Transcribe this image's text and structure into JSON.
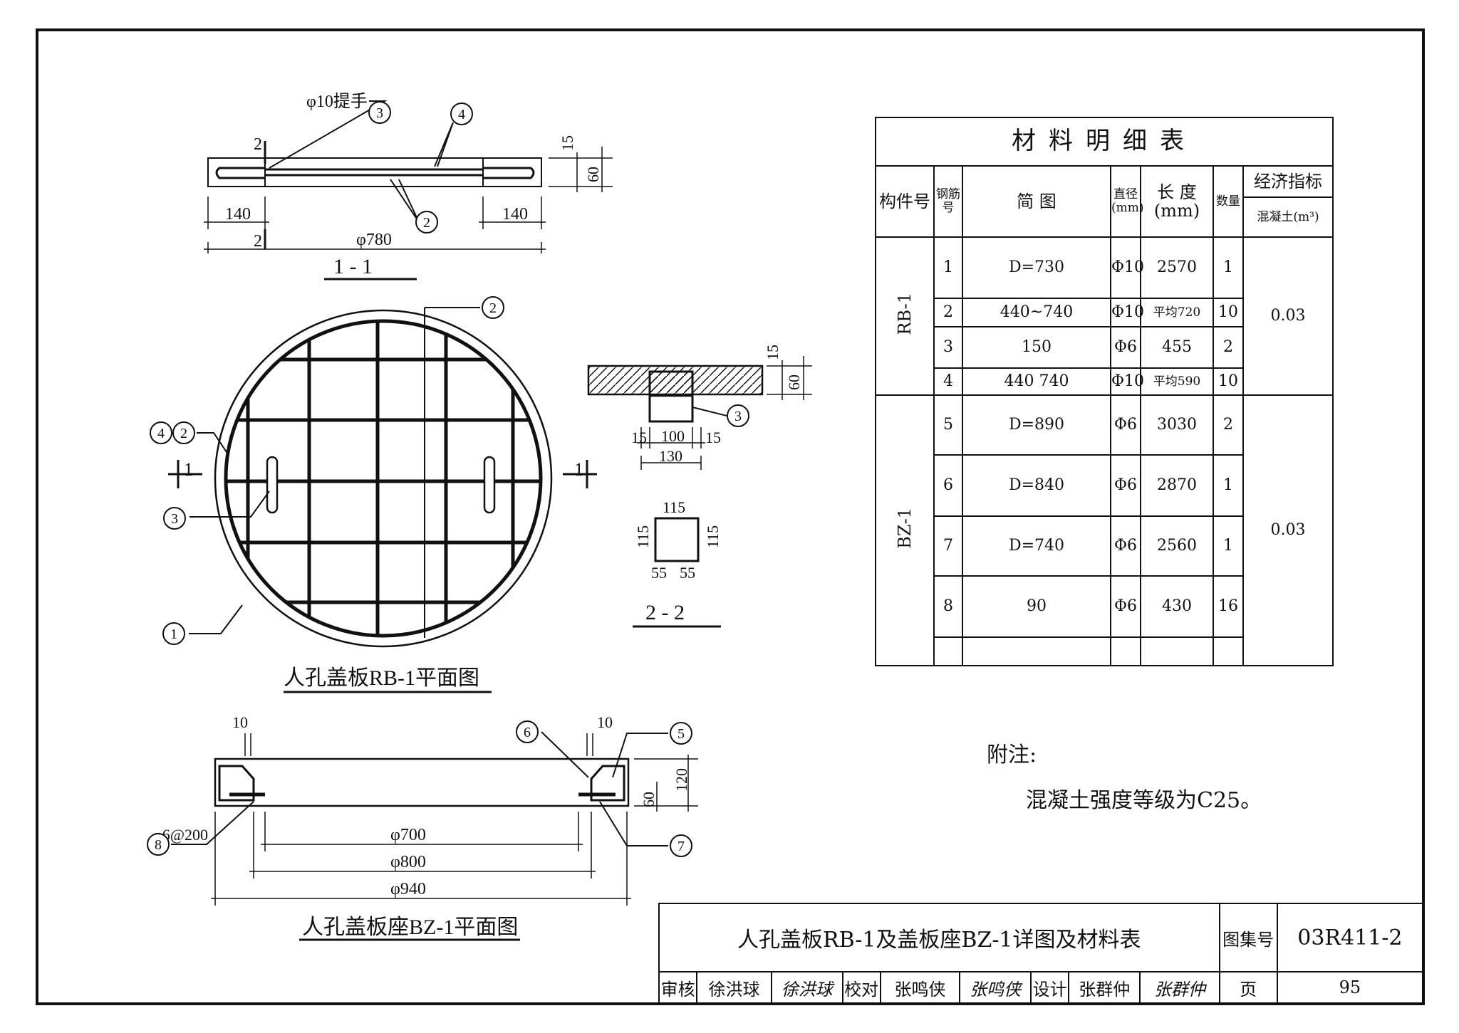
{
  "views": {
    "section11": {
      "title": "1 - 1",
      "handle_label": "φ10提手",
      "dim_left": "140",
      "dim_right": "140",
      "dim_overall": "φ780",
      "dim_15": "15",
      "dim_60": "60",
      "cut_2": "2"
    },
    "plan_rb1": {
      "title": "人孔盖板RB-1平面图",
      "cut_1": "1"
    },
    "section22": {
      "title": "2 - 2",
      "dim_15a": "15",
      "dim_100": "100",
      "dim_15b": "15",
      "dim_130": "130",
      "dim_15c": "15",
      "dim_60": "60",
      "dim_115t": "115",
      "dim_115l": "115",
      "dim_115r": "115",
      "dim_55a": "55",
      "dim_55b": "55"
    },
    "plan_bz1": {
      "title": "人孔盖板座BZ-1平面图",
      "stirrup_label": "φ6@200",
      "dim_700": "φ700",
      "dim_800": "φ800",
      "dim_940": "φ940",
      "dim_10a": "10",
      "dim_10b": "10",
      "dim_120": "120",
      "dim_60": "60"
    }
  },
  "callouts": {
    "c1": "1",
    "c2": "2",
    "c3": "3",
    "c4": "4",
    "c5": "5",
    "c6": "6",
    "c7": "7",
    "c8": "8"
  },
  "material_table": {
    "caption": "材料明细表",
    "headers": {
      "member": "构件号",
      "bar_no": "钢筋号",
      "sketch": "简 图",
      "diameter": "直径(mm)",
      "length": "长 度(mm)",
      "qty": "数量",
      "econ": "经济指标",
      "concrete": "混凝土(m³)"
    },
    "groups": [
      {
        "member": "RB-1",
        "concrete": "0.03",
        "rows": [
          {
            "no": "1",
            "sketch": "D=730",
            "dia": "Φ10",
            "len": "2570",
            "qty": "1"
          },
          {
            "no": "2",
            "sketch": "440~740",
            "dia": "Φ10",
            "len": "平均720",
            "qty": "10"
          },
          {
            "no": "3",
            "sketch": "150",
            "dia": "Φ6",
            "len": "455",
            "qty": "2"
          },
          {
            "no": "4",
            "sketch": "440 740",
            "dia": "Φ10",
            "len": "平均590",
            "qty": "10"
          }
        ]
      },
      {
        "member": "BZ-1",
        "concrete": "0.03",
        "rows": [
          {
            "no": "5",
            "sketch": "D=890",
            "dia": "Φ6",
            "len": "3030",
            "qty": "2"
          },
          {
            "no": "6",
            "sketch": "D=840",
            "dia": "Φ6",
            "len": "2870",
            "qty": "1"
          },
          {
            "no": "7",
            "sketch": "D=740",
            "dia": "Φ6",
            "len": "2560",
            "qty": "1"
          },
          {
            "no": "8",
            "sketch": "90",
            "dia": "Φ6",
            "len": "430",
            "qty": "16"
          }
        ]
      }
    ]
  },
  "notes": {
    "heading": "附注:",
    "line1": "混凝土强度等级为C25。"
  },
  "title_block": {
    "title": "人孔盖板RB-1及盖板座BZ-1详图及材料表",
    "atlas_label": "图集号",
    "atlas_no": "03R411-2",
    "review_label": "审核",
    "reviewer": "徐洪球",
    "reviewer_sig": "徐洪球",
    "check_label": "校对",
    "checker": "张鸣侠",
    "checker_sig": "张鸣侠",
    "design_label": "设计",
    "designer": "张群仲",
    "designer_sig": "张群仲",
    "page_label": "页",
    "page": "95"
  }
}
